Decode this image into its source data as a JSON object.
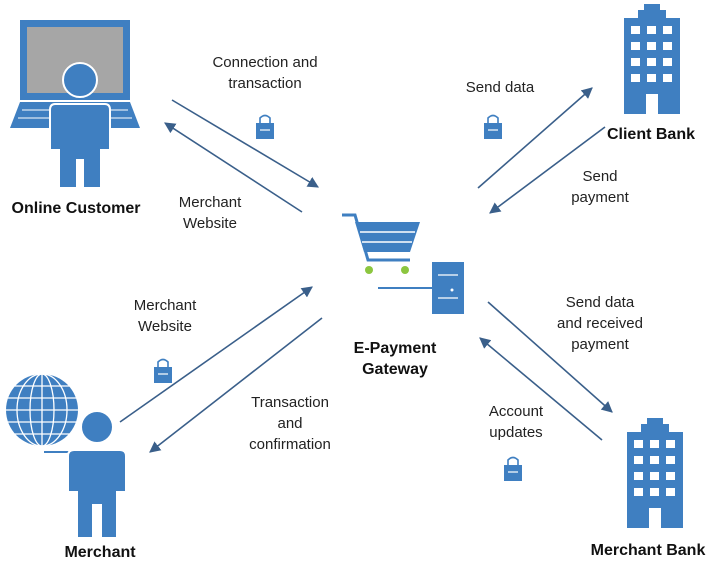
{
  "nodes": {
    "online_customer": "Online Customer",
    "client_bank": "Client Bank",
    "gateway": "E-Payment\nGateway",
    "merchant": "Merchant",
    "merchant_bank": "Merchant Bank"
  },
  "edges": {
    "connection": "Connection and\ntransaction",
    "merchant_website_top": "Merchant\nWebsite",
    "send_data": "Send data",
    "send_payment": "Send\npayment",
    "merchant_website_bottom": "Merchant\nWebsite",
    "transaction_confirmation": "Transaction\nand\nconfirmation",
    "send_data_received": "Send data\nand received\npayment",
    "account_updates": "Account\nupdates"
  },
  "colors": {
    "accent": "#3f7fc1",
    "arrow": "#3a5f8a",
    "dot": "#8cc63f"
  }
}
